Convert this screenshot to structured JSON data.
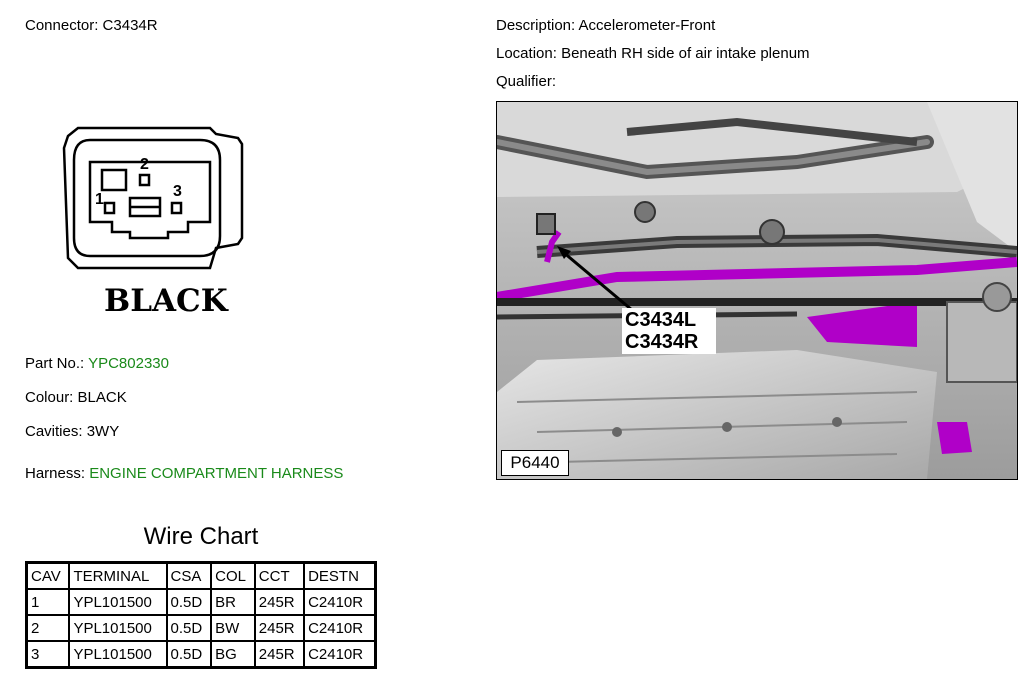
{
  "connector": {
    "label": "Connector:",
    "value": "C3434R"
  },
  "description": {
    "label": "Description:",
    "value": "Accelerometer-Front"
  },
  "location": {
    "label": "Location:",
    "value": "Beneath RH side of air intake plenum"
  },
  "qualifier": {
    "label": "Qualifier:",
    "value": ""
  },
  "diagram": {
    "colour_label": "BLACK",
    "cavity_numbers": [
      "1",
      "2",
      "3"
    ]
  },
  "part_no": {
    "label": "Part No.:",
    "value": "YPC802330"
  },
  "colour": {
    "label": "Colour:",
    "value": "BLACK"
  },
  "cavities": {
    "label": "Cavities:",
    "value": "3WY"
  },
  "harness": {
    "label": "Harness:",
    "value": "ENGINE COMPARTMENT HARNESS"
  },
  "wire_chart": {
    "title": "Wire Chart",
    "headers": [
      "CAV",
      "TERMINAL",
      "CSA",
      "COL",
      "CCT",
      "DESTN"
    ],
    "rows": [
      [
        "1",
        "YPL101500",
        "0.5D",
        "BR",
        "245R",
        "C2410R"
      ],
      [
        "2",
        "YPL101500",
        "0.5D",
        "BW",
        "245R",
        "C2410R"
      ],
      [
        "3",
        "YPL101500",
        "0.5D",
        "BG",
        "245R",
        "C2410R"
      ]
    ]
  },
  "photo": {
    "callout_lines": [
      "C3434L",
      "C3434R"
    ],
    "id": "P6440",
    "highlight_color": "#b000c8"
  },
  "colors": {
    "green_text": "#1a8a1a",
    "highlight": "#b000c8"
  }
}
